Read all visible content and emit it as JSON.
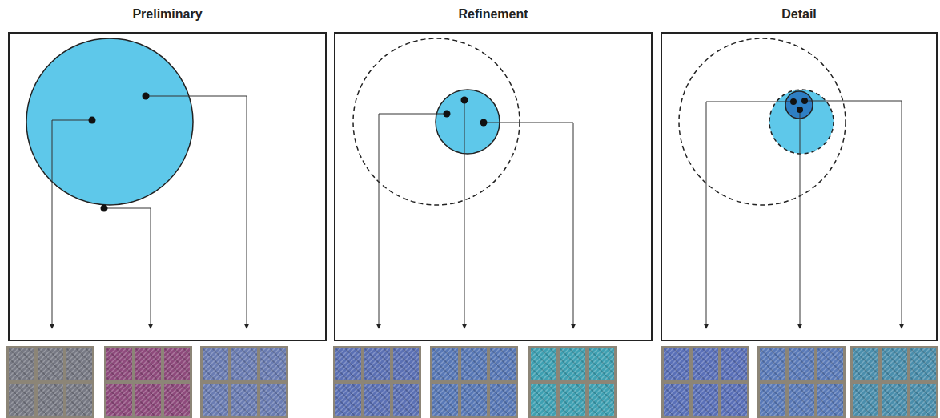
{
  "diagram": {
    "nodes": [
      {
        "text": [
          "Preliminary"
        ]
      },
      {
        "text": [
          "Refinement"
        ]
      },
      {
        "text": [
          "Detail"
        ]
      }
    ]
  }
}
